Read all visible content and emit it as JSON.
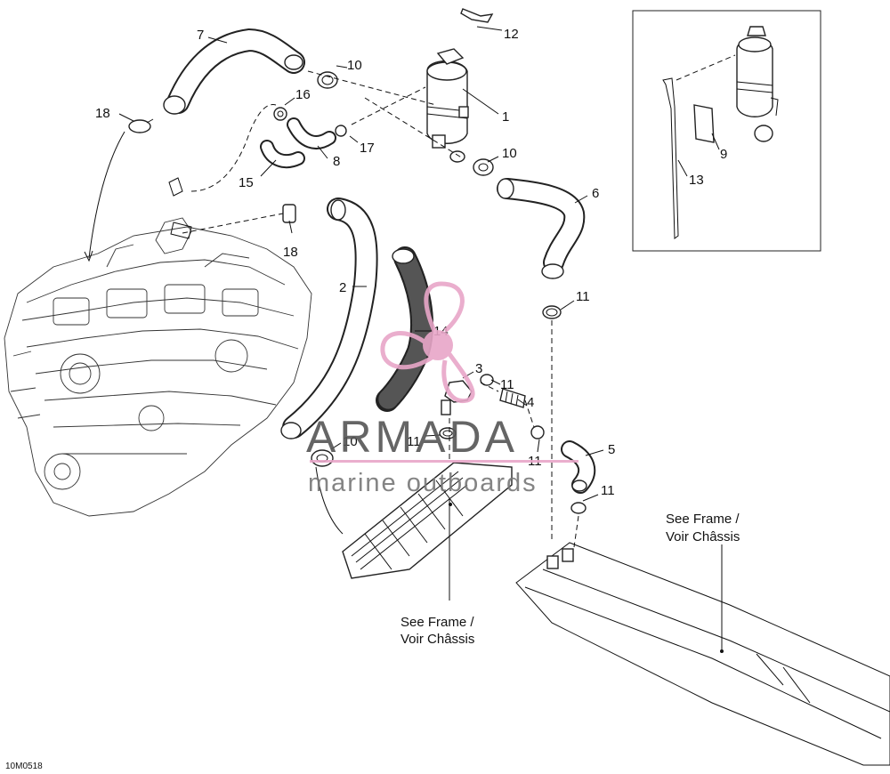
{
  "diagram": {
    "callouts": [
      "1",
      "2",
      "3",
      "4",
      "5",
      "6",
      "7",
      "8",
      "9",
      "10",
      "11",
      "12",
      "13",
      "14",
      "15",
      "16",
      "17",
      "18"
    ],
    "labels": {
      "n1": "1",
      "n2": "2",
      "n3": "3",
      "n4": "4",
      "n5": "5",
      "n6": "6",
      "n7": "7",
      "n8": "8",
      "n9": "9",
      "n10a": "10",
      "n10b": "10",
      "n10c": "10",
      "n11a": "11",
      "n11b": "11",
      "n11c": "11",
      "n11d": "11",
      "n11e": "11",
      "n12": "12",
      "n13": "13",
      "n14": "14",
      "n15": "15",
      "n16": "16",
      "n17": "17",
      "n18a": "18",
      "n18b": "18"
    },
    "notes": {
      "frame_left_line1": "See Frame /",
      "frame_left_line2": "Voir Châssis",
      "frame_right_line1": "See Frame /",
      "frame_right_line2": "Voir Châssis"
    },
    "drawing_code": "10M0518"
  },
  "watermark": {
    "brand": "ARMADA",
    "tagline": "marine outboards",
    "color": "#e8a6c8",
    "text_color": "#555555"
  }
}
